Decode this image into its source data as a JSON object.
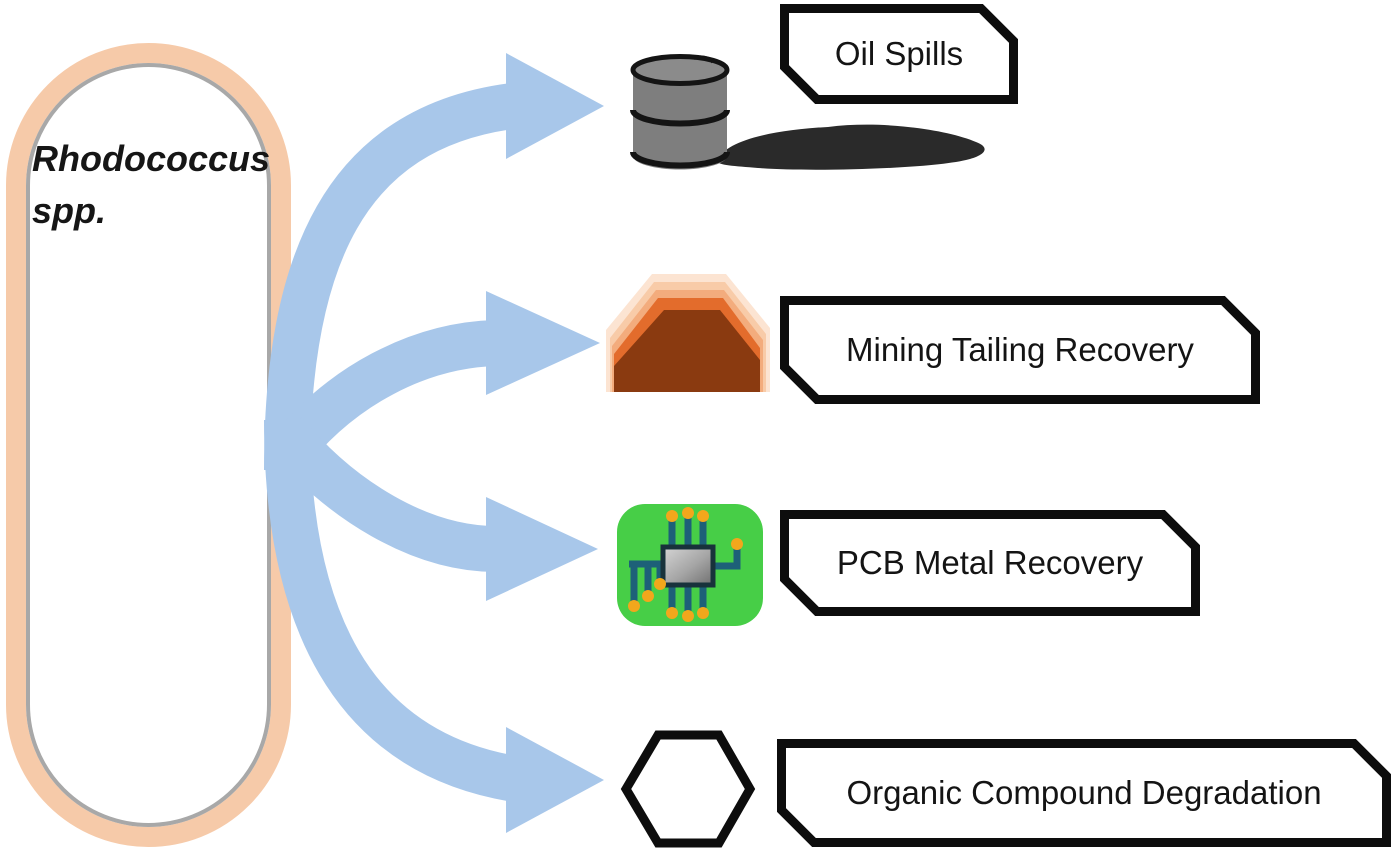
{
  "organism": {
    "name": "Rhodococcus spp."
  },
  "applications": [
    {
      "label": "Oil Spills",
      "icon": "oil-barrel-spill-icon"
    },
    {
      "label": "Mining Tailing Recovery",
      "icon": "mining-tailings-mound-icon"
    },
    {
      "label": "PCB Metal Recovery",
      "icon": "pcb-circuit-board-icon"
    },
    {
      "label": "Organic Compound Degradation",
      "icon": "benzene-ring-icon"
    }
  ],
  "colors": {
    "arrow_blue": "#a8c7ea",
    "capsule_outline_peach": "#f6caa9",
    "capsule_inner_line_gray": "#a8a8a8",
    "label_box_border": "#0d0d0d",
    "barrel_gray": "#7e7e7e",
    "oil_spill_black": "#2a2a2a",
    "tailings_brown": "#8a3a10",
    "tailings_orange": "#e36c2c",
    "tailings_light_peach": "#fce4d2",
    "pcb_green": "#47ce47",
    "pcb_trace_teal": "#1d6078",
    "pcb_pad_yellow": "#f2a71c"
  }
}
